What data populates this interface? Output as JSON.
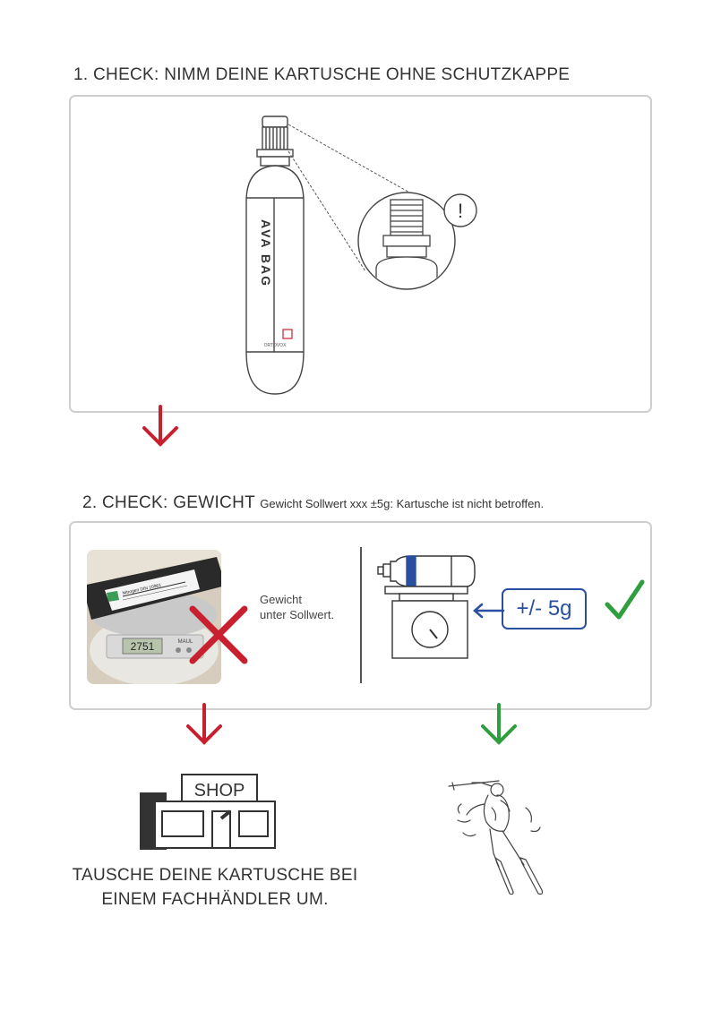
{
  "step1": {
    "title": "1. CHECK: NIMM DEINE KARTUSCHE OHNE SCHUTZKAPPE",
    "warning_symbol": "!",
    "brand_vertical": "AVA BAG",
    "brand_small": "ORTOVOX"
  },
  "step2": {
    "title": "2. CHECK: GEWICHT",
    "note": "Gewicht Sollwert xxx ±5g: Kartusche ist nicht betroffen.",
    "photo_scale_reading": "2751",
    "photo_scale_brand": "MAUL",
    "photo_label_text": "Nitrogen DIN 10961",
    "caption_line1": "Gewicht",
    "caption_line2": "unter Sollwert.",
    "tolerance": "+/- 5g"
  },
  "outcomes": {
    "shop_sign": "SHOP",
    "shop_text_line1": "TAUSCHE DEINE KARTUSCHE BEI",
    "shop_text_line2": "EINEM FACHHÄNDLER UM."
  },
  "colors": {
    "red": "#c8202f",
    "green": "#2e9e3e",
    "blue": "#2a4fa0",
    "border": "#cfcfcf",
    "line": "#333333"
  },
  "icons": [
    "warning-icon",
    "down-arrow-icon",
    "cross-icon",
    "checkmark-icon",
    "left-arrow-icon",
    "shop-icon",
    "skier-icon",
    "scale-icon",
    "cartridge-icon"
  ]
}
